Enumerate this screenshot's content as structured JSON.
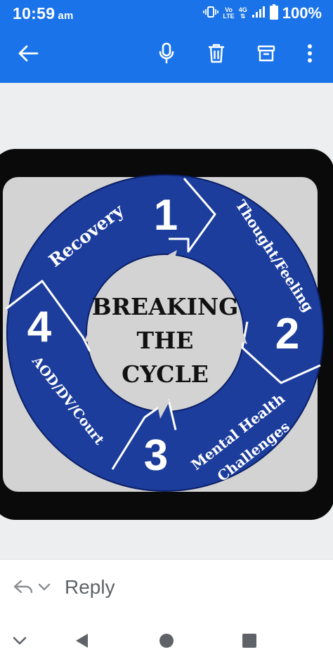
{
  "status_bar": {
    "time": "10:59",
    "ampm": "am",
    "network_vo": "Vo",
    "network_lte": "LTE",
    "network_4g": "4G",
    "battery": "100%",
    "icons": [
      "vibrate-icon",
      "signal-icon",
      "battery-icon"
    ]
  },
  "app_bar": {
    "color": "#1a73e8",
    "icons": [
      "back-arrow-icon",
      "microphone-icon",
      "trash-icon",
      "archive-icon",
      "more-vert-icon"
    ]
  },
  "graphic": {
    "center_lines": [
      "BREAKING",
      "THE",
      "CYCLE"
    ],
    "steps": [
      {
        "number": "1",
        "label": "Recovery"
      },
      {
        "number": "2",
        "label": "Thought/Feeling"
      },
      {
        "number": "3",
        "label_lines": [
          "Mental Health",
          "Challenges"
        ]
      },
      {
        "number": "4",
        "label": "AOD/DV/Court"
      }
    ],
    "colors": {
      "ring": "#1c3d9c",
      "ring_edge": "#0b1f66",
      "background": "#d3d3d3",
      "frame": "#0a0a0a"
    }
  },
  "reply": {
    "label": "Reply"
  },
  "nav_bar": {
    "icons": [
      "chevron-down-icon",
      "back-triangle-icon",
      "home-circle-icon",
      "recents-square-icon"
    ]
  }
}
